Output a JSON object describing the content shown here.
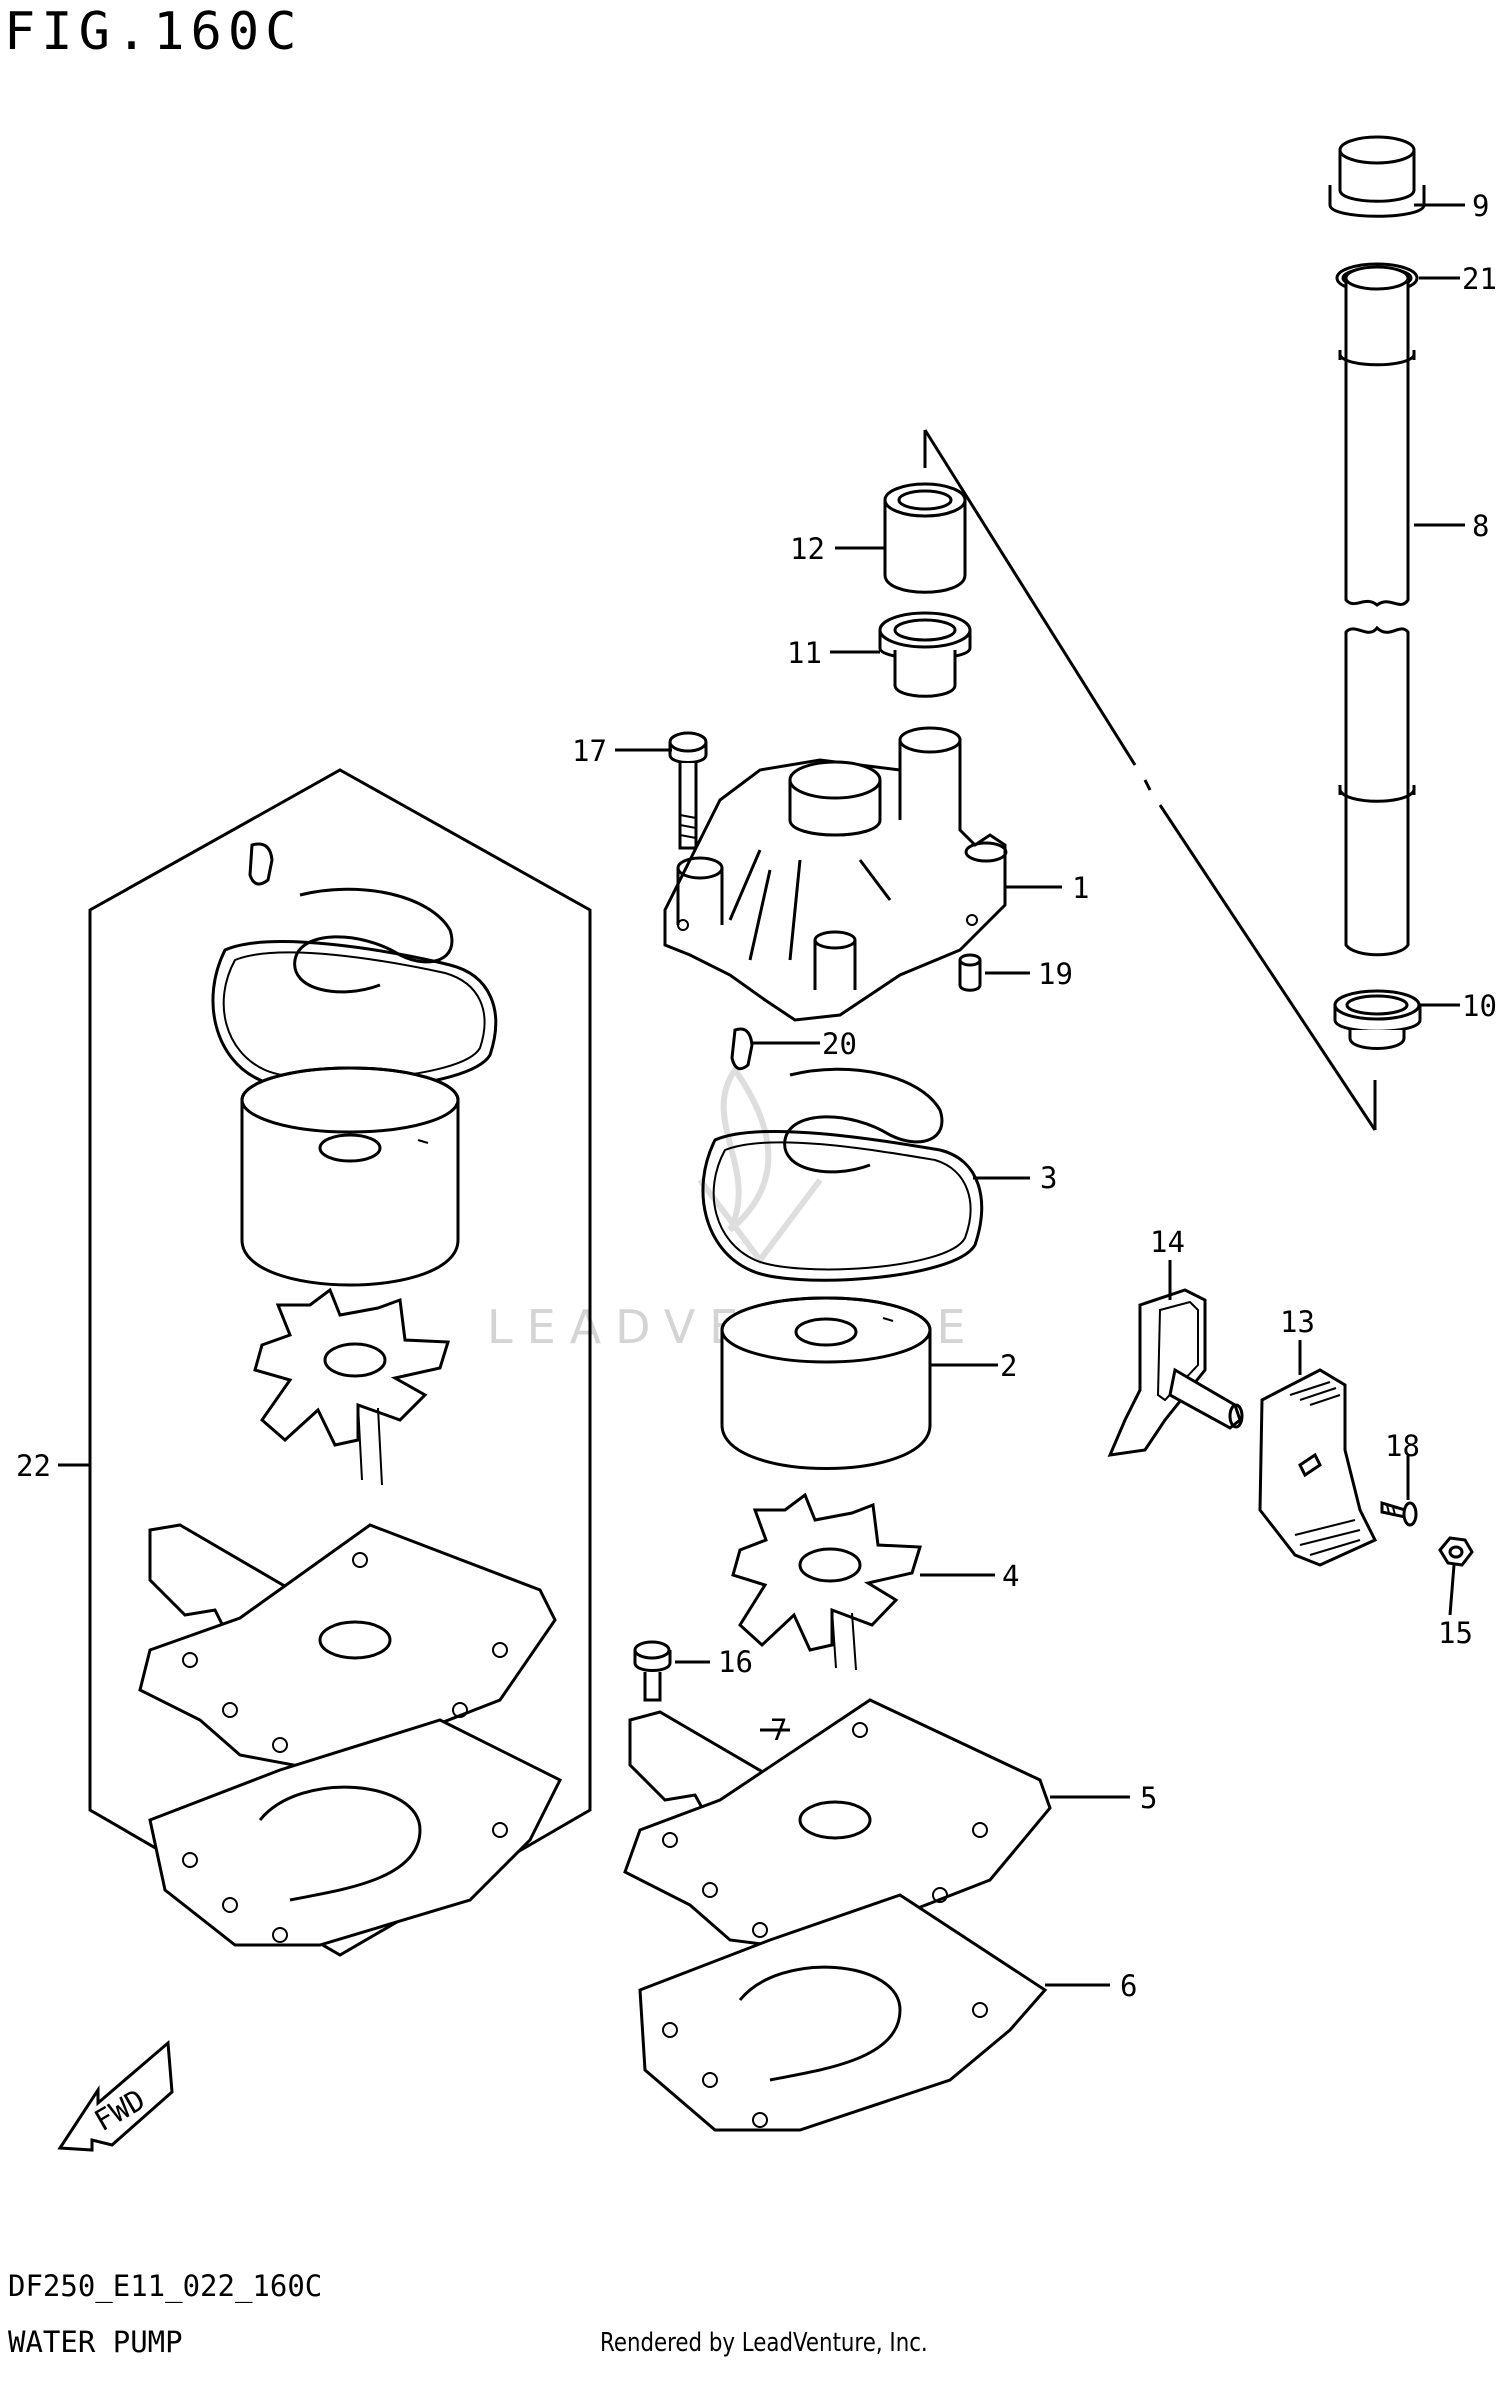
{
  "header": {
    "figure_title": "FIG.160C"
  },
  "footer": {
    "model_code": "DF250_E11_022_160C",
    "section_name": "WATER PUMP",
    "rendered_by": "Rendered by LeadVenture, Inc."
  },
  "watermark": {
    "text": "LEADVENTURE"
  },
  "fwd_badge": {
    "label": "FWD"
  },
  "parts": [
    {
      "ref": "1",
      "label": "1"
    },
    {
      "ref": "2",
      "label": "2"
    },
    {
      "ref": "3",
      "label": "3"
    },
    {
      "ref": "4",
      "label": "4"
    },
    {
      "ref": "5",
      "label": "5"
    },
    {
      "ref": "6",
      "label": "6"
    },
    {
      "ref": "7",
      "label": "7"
    },
    {
      "ref": "8",
      "label": "8"
    },
    {
      "ref": "9",
      "label": "9"
    },
    {
      "ref": "10",
      "label": "10"
    },
    {
      "ref": "11",
      "label": "11"
    },
    {
      "ref": "12",
      "label": "12"
    },
    {
      "ref": "13",
      "label": "13"
    },
    {
      "ref": "14",
      "label": "14"
    },
    {
      "ref": "15",
      "label": "15"
    },
    {
      "ref": "16",
      "label": "16"
    },
    {
      "ref": "17",
      "label": "17"
    },
    {
      "ref": "18",
      "label": "18"
    },
    {
      "ref": "19",
      "label": "19"
    },
    {
      "ref": "20",
      "label": "20"
    },
    {
      "ref": "21",
      "label": "21"
    },
    {
      "ref": "22",
      "label": "22"
    }
  ]
}
